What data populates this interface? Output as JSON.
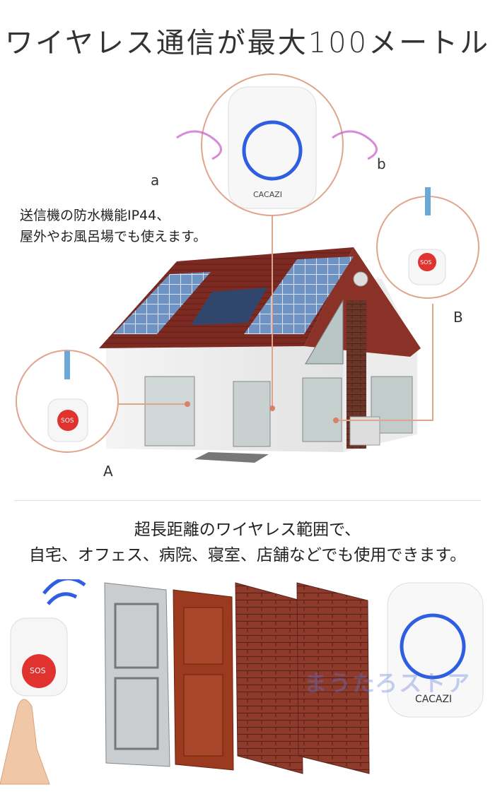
{
  "headline": "ワイヤレス通信が最大100メートル",
  "labels": {
    "a": "a",
    "b": "b",
    "A": "A",
    "B": "B"
  },
  "waterproof_text": [
    "送信機の防水機能IP44、",
    "屋外やお風呂場でも使えます。"
  ],
  "range_text": [
    "超長距離のワイヤレス範囲で、",
    "自宅、オフェス、病院、寝室、店舗などでも使用できます。"
  ],
  "receiver_brand": "CACAZI",
  "sos_label": "SOS",
  "watermark": "まうたろストア",
  "colors": {
    "accent_ring": "#2f5fe0",
    "sos_red": "#e0322e",
    "callout": "#e0a48c",
    "roof": "#7a2a22"
  }
}
